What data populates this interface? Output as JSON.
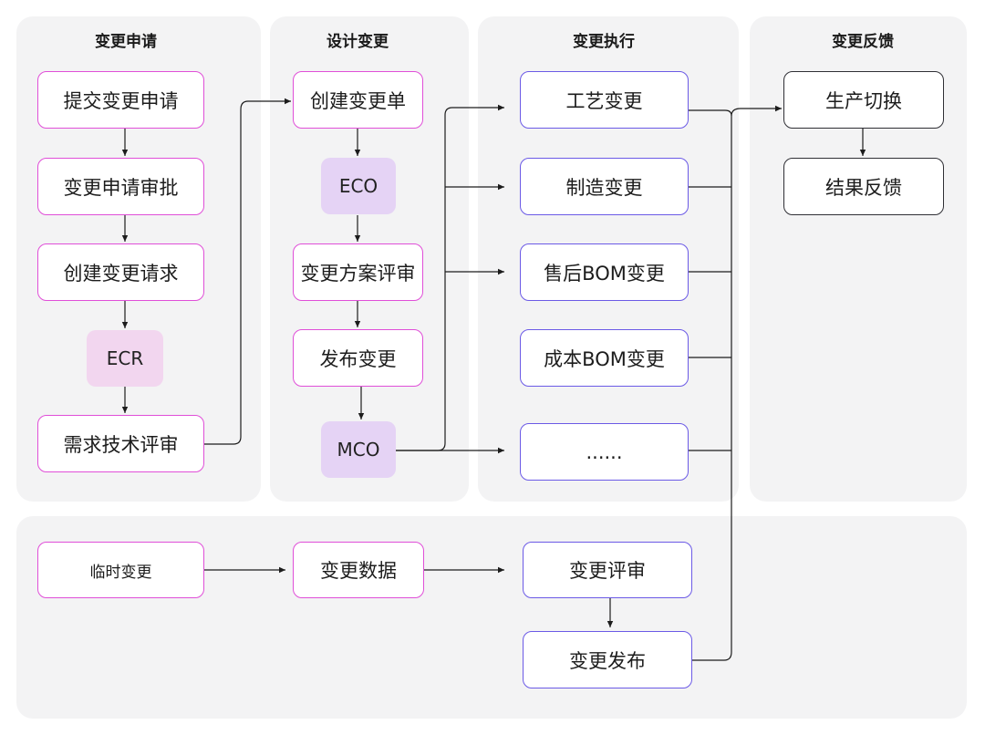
{
  "columns": {
    "request": "变更申请",
    "design": "设计变更",
    "execute": "变更执行",
    "feedback": "变更反馈"
  },
  "request_steps": [
    "提交变更申请",
    "变更申请审批",
    "创建变更请求"
  ],
  "ecr_label": "ECR",
  "tech_review": "需求技术评审",
  "design_first": "创建变更单",
  "eco_label": "ECO",
  "design_steps": [
    "变更方案评审",
    "发布变更"
  ],
  "mco_label": "MCO",
  "execute_items": [
    "工艺变更",
    "制造变更",
    "售后BOM变更",
    "成本BOM变更",
    "......"
  ],
  "feedback_items": [
    "生产切换",
    "结果反馈"
  ],
  "temporary": {
    "start": "临时变更",
    "data": "变更数据",
    "review": "变更评审",
    "release": "变更发布"
  },
  "colors": {
    "panel": "#f3f3f4",
    "request_border": "#e04fd8",
    "execute_border": "#6b5ae6",
    "feedback_border": "#2f2f35",
    "ecr_fill": "#f2d6ef",
    "eco_fill": "#e5d3f5"
  }
}
